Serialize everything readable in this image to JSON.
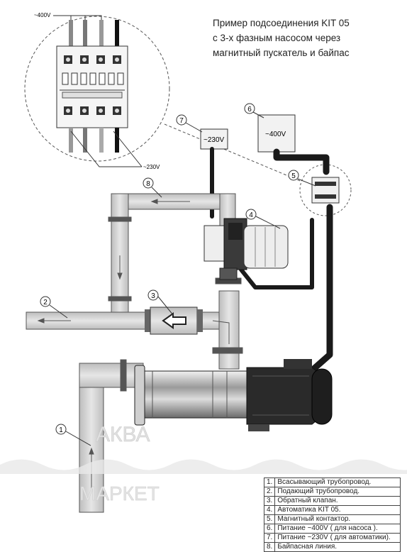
{
  "title": {
    "line1": "Пример подсоединения KIT 05",
    "line2": "с 3-х фазным насосом  через",
    "line3": "магнитный пускатель и байпас"
  },
  "inset": {
    "top_label": "~400V",
    "bottom_label": "~230V"
  },
  "callouts": {
    "c1": "1",
    "c2": "2",
    "c3": "3",
    "c4": "4",
    "c5": "5",
    "c6": "6",
    "c7": "7",
    "c8": "8"
  },
  "boxes": {
    "power230": "~230V",
    "power400": "~400V"
  },
  "watermark": {
    "top": "АКВА",
    "bottom": "МАРКЕТ"
  },
  "legend": [
    {
      "num": "1.",
      "text": "Всасывающий трубопровод."
    },
    {
      "num": "2.",
      "text": "Подающий трубопровод."
    },
    {
      "num": "3.",
      "text": "Обратный клапан."
    },
    {
      "num": "4.",
      "text": "Автоматика KIT 05."
    },
    {
      "num": "5.",
      "text": "Магнитный контактор."
    },
    {
      "num": "6.",
      "text": "Питание ~400V ( для насоса )."
    },
    {
      "num": "7.",
      "text": "Питание ~230V ( для автоматики)."
    },
    {
      "num": "8.",
      "text": "Байпасная линия."
    }
  ],
  "colors": {
    "pipe": "#d0d0d0",
    "pipe_edge": "#555555",
    "cable": "#1a1a1a",
    "motor": "#2a2a2a"
  }
}
